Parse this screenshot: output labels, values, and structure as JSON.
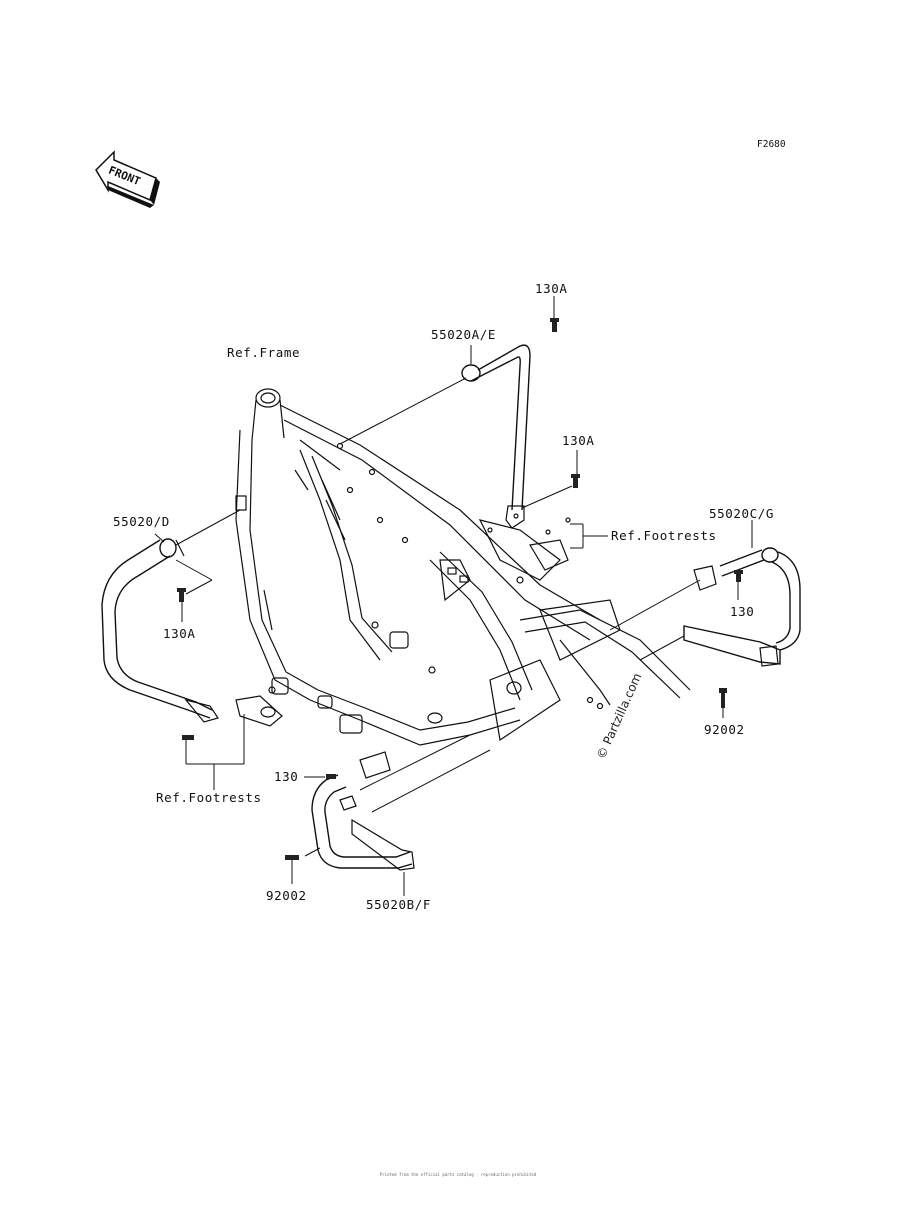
{
  "diagram": {
    "figure_code": "F2680",
    "front_marker": "FRONT",
    "watermark": "© Partzilla.com",
    "footer_text": "Printed from the official parts catalog - reproduction prohibited",
    "labels": {
      "ref_frame": "Ref.Frame",
      "part_55020AE": "55020A/E",
      "part_130A_top": "130A",
      "part_130A_mid": "130A",
      "part_55020D": "55020/D",
      "part_130A_left": "130A",
      "ref_footrests_right": "Ref.Footrests",
      "part_55020CG": "55020C/G",
      "part_130_right": "130",
      "part_92002_right": "92002",
      "ref_footrests_left": "Ref.Footrests",
      "part_130_left": "130",
      "part_92002_left": "92002",
      "part_55020BF": "55020B/F"
    }
  }
}
